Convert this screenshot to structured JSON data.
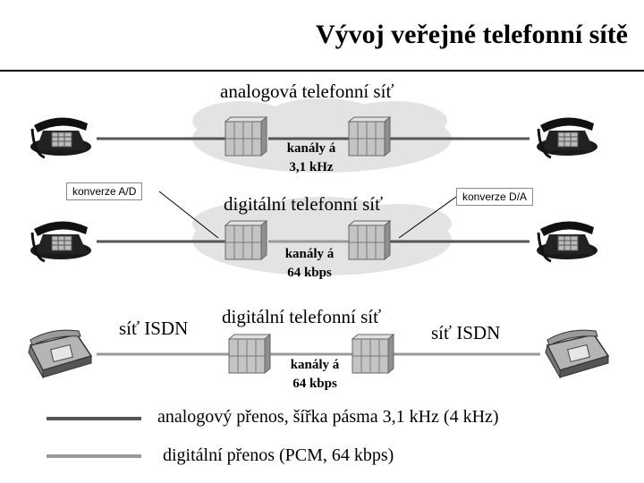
{
  "title": "Vývoj veřejné telefonní sítě",
  "networks": {
    "analog": {
      "label": "analogová telefonní síť",
      "channels_1": "kanály á",
      "channels_2": "3,1 kHz"
    },
    "digital": {
      "label": "digitální telefonní síť",
      "channels_1": "kanály á",
      "channels_2": "64 kbps"
    },
    "isdn": {
      "label": "digitální telefonní síť",
      "channels_1": "kanály á",
      "channels_2": "64 kbps",
      "side_left": "síť ISDN",
      "side_right": "síť ISDN"
    }
  },
  "conversions": {
    "ad": "konverze A/D",
    "da": "konverze D/A"
  },
  "legend": {
    "analog": "analogový přenos, šířka pásma 3,1 kHz (4 kHz)",
    "digital": "digitální přenos (PCM, 64 kbps)"
  },
  "colors": {
    "analog_line": "#555555",
    "digital_line": "#9a9a9a",
    "cloud": "#e3e3e3",
    "switch": "#c4c4c4"
  }
}
